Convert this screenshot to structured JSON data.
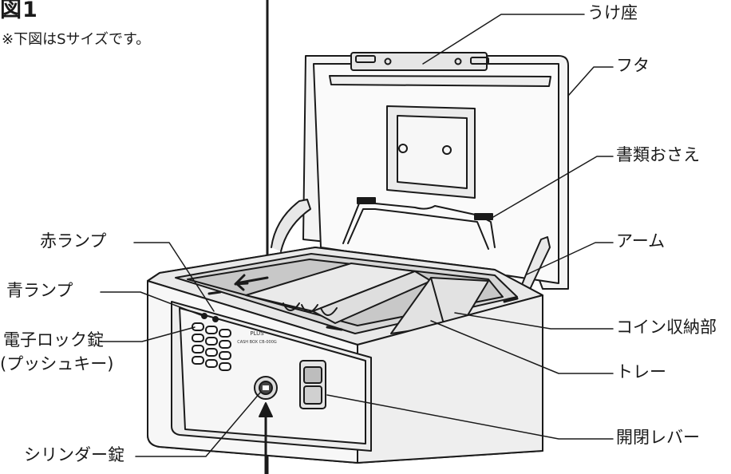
{
  "figure": {
    "title": "図1",
    "note": "※下図はSサイズです。"
  },
  "device": {
    "brand": "PLUS",
    "model": "CASH BOX CB-000G"
  },
  "labels": {
    "uke_za": "うけ座",
    "futa": "フタ",
    "shorui_osae": "書類おさえ",
    "arm": "アーム",
    "coin_bin": "コイン収納部",
    "tray": "トレー",
    "lever": "開閉レバー",
    "red_lamp": "赤ランプ",
    "blue_lamp": "青ランプ",
    "lock_line1": "電子ロック錠",
    "lock_line2": "(プッシュキー)",
    "cylinder": "シリンダー錠"
  }
}
